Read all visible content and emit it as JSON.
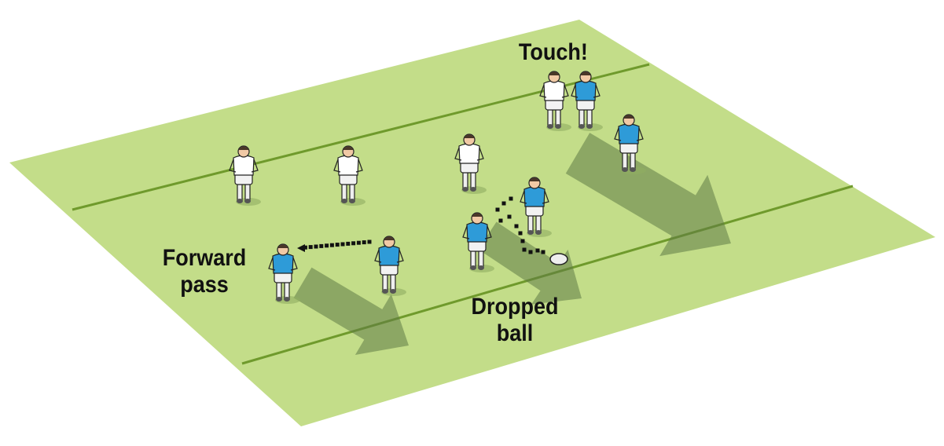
{
  "labels": {
    "touch": "Touch!",
    "forward_pass": [
      "Forward",
      "pass"
    ],
    "dropped_ball": [
      "Dropped",
      "ball"
    ]
  },
  "colors": {
    "pitch": "#c3dd89",
    "pitch_line": "#6f9a2c",
    "attack_team": "#2e9bd8",
    "defence_team": "#ffffff",
    "arrow_shadow": "#5f7a45"
  }
}
